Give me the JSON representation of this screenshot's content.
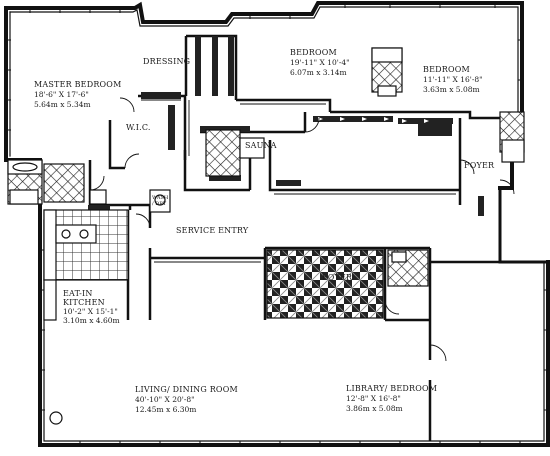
{
  "rooms": {
    "master_bedroom": {
      "name": "MASTER BEDROOM",
      "dim_imperial": "18'-6\" X 17'-6\"",
      "dim_metric": "5.64m x 5.34m"
    },
    "bedroom_1": {
      "name": "BEDROOM",
      "dim_imperial": "19'-11\" X 10'-4\"",
      "dim_metric": "6.07m x 3.14m"
    },
    "bedroom_2": {
      "name": "BEDROOM",
      "dim_imperial": "11'-11\" X 16'-8\"",
      "dim_metric": "3.63m x 5.08m"
    },
    "eat_in_kitchen": {
      "name_line1": "EAT-IN",
      "name_line2": "KITCHEN",
      "dim_imperial": "10'-2\" X 15'-1\"",
      "dim_metric": "3.10m x 4.60m"
    },
    "living_dining": {
      "name": "LIVING/ DINING ROOM",
      "dim_imperial": "40'-10\" X 20'-8\"",
      "dim_metric": "12.45m x 6.30m"
    },
    "library_bedroom": {
      "name": "LIBRARY/ BEDROOM",
      "dim_imperial": "12'-8\" X 16'-8\"",
      "dim_metric": "3.86m x 5.08m"
    }
  },
  "labels": {
    "dressing": "DRESSING",
    "wic": "W.I.C.",
    "sauna": "SAUNA",
    "foyer_east": "FOYER",
    "foyer_main": "FOYER",
    "service_entry": "SERVICE ENTRY",
    "wash_line1": "WASH",
    "wash_line2": "/ DRY"
  }
}
